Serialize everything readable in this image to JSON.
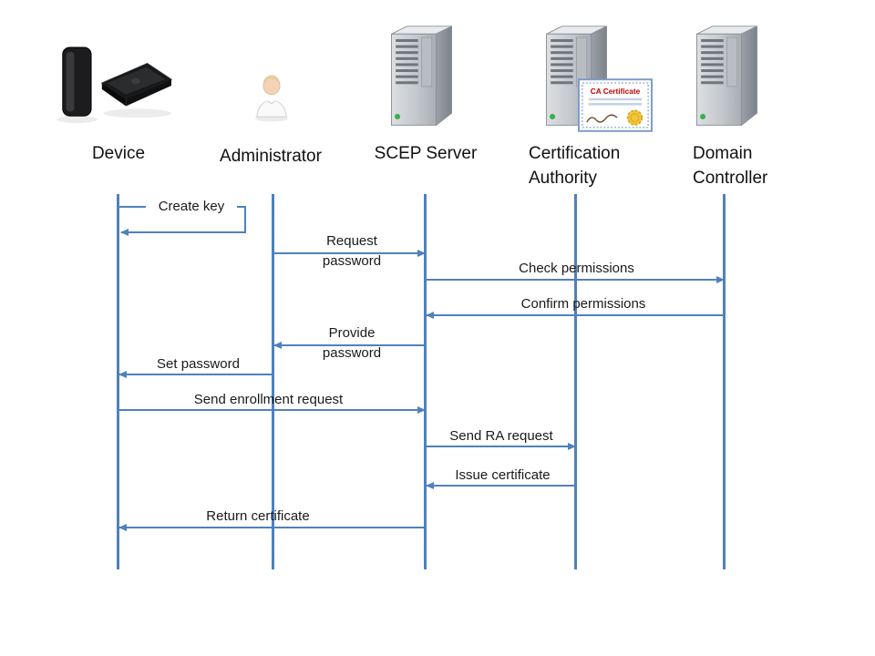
{
  "actors": [
    {
      "id": "device",
      "label": "Device"
    },
    {
      "id": "administrator",
      "label": "Administrator"
    },
    {
      "id": "scep_server",
      "label": "SCEP Server"
    },
    {
      "id": "certification_authority",
      "label": "Certification Authority"
    },
    {
      "id": "domain_controller",
      "label": "Domain Controller"
    }
  ],
  "ca_card": {
    "title": "CA Certificate"
  },
  "messages": [
    {
      "label": "Create key",
      "from": "Device",
      "to": "Device",
      "type": "self"
    },
    {
      "label": "Request password",
      "from": "Administrator",
      "to": "SCEP Server"
    },
    {
      "label": "Check permissions",
      "from": "SCEP Server",
      "to": "Domain Controller"
    },
    {
      "label": "Confirm permissions",
      "from": "Domain Controller",
      "to": "SCEP Server"
    },
    {
      "label": "Provide password",
      "from": "SCEP Server",
      "to": "Administrator"
    },
    {
      "label": "Set password",
      "from": "Administrator",
      "to": "Device"
    },
    {
      "label": "Send enrollment request",
      "from": "Device",
      "to": "SCEP Server"
    },
    {
      "label": "Send RA request",
      "from": "SCEP Server",
      "to": "Certification Authority"
    },
    {
      "label": "Issue certificate",
      "from": "Certification Authority",
      "to": "SCEP Server"
    },
    {
      "label": "Return certificate",
      "from": "SCEP Server",
      "to": "Device"
    }
  ],
  "colors": {
    "line": "#4f81bd",
    "text": "#1a1a1a",
    "ca_title": "#c00000",
    "led": "#35b34a"
  }
}
